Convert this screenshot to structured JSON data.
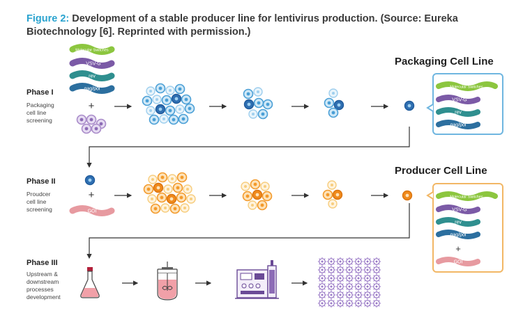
{
  "caption": {
    "figure_label": "Figure 2:",
    "text_line1": "Development of a stable producer line for lentivirus production. (Source: Eureka",
    "text_line2": "Biotechnology [6]. Reprinted with permission.)"
  },
  "phases": [
    {
      "title": "Phase I",
      "desc_lines": [
        "Packaging",
        "cell line",
        "screening"
      ]
    },
    {
      "title": "Phase  II",
      "desc_lines": [
        "Proudcer",
        "cell line",
        "screening"
      ]
    },
    {
      "title": "Phase III",
      "desc_lines": [
        "Upstream &",
        "downstream",
        "processes",
        "development"
      ]
    }
  ],
  "outputs": {
    "packaging": "Packaging Cell Line",
    "producer": "Producer Cell Line"
  },
  "plasmids": {
    "switch": "Molecular Switches",
    "vsvg": "VSV-G",
    "rev": "rev",
    "gagpol": "gag/pol",
    "goi": "GOI"
  },
  "colors": {
    "caption_accent": "#2aa3cf",
    "switch_green": "#8cc63f",
    "vsvg_purple": "#7b5aa6",
    "rev_teal": "#2f8f8f",
    "gagpol_blue": "#2c6f9f",
    "goi_pink": "#e79aa0",
    "packaging_box": "#6fb6e0",
    "producer_box": "#f2b765",
    "blue_cell": "#4a9fd6",
    "orange_cell": "#f39a2b",
    "purple_cell": "#a98bc9",
    "connector": "#333333"
  }
}
